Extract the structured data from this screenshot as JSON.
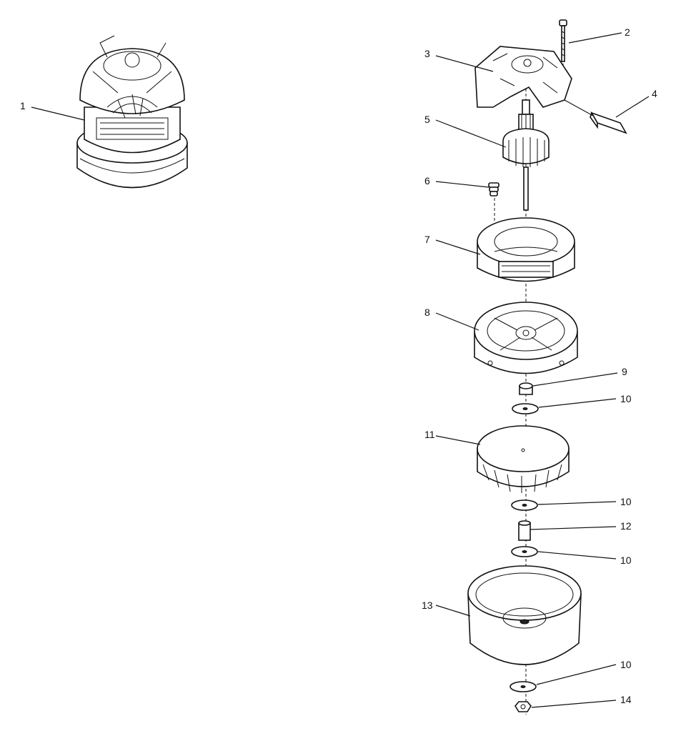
{
  "callouts": [
    {
      "id": "1",
      "text": "1"
    },
    {
      "id": "2",
      "text": "2"
    },
    {
      "id": "3",
      "text": "3"
    },
    {
      "id": "4",
      "text": "4"
    },
    {
      "id": "5",
      "text": "5"
    },
    {
      "id": "6",
      "text": "6"
    },
    {
      "id": "7",
      "text": "7"
    },
    {
      "id": "8",
      "text": "8"
    },
    {
      "id": "9",
      "text": "9"
    },
    {
      "id": "10a",
      "text": "10"
    },
    {
      "id": "11",
      "text": "11"
    },
    {
      "id": "10b",
      "text": "10"
    },
    {
      "id": "12",
      "text": "12"
    },
    {
      "id": "10c",
      "text": "10"
    },
    {
      "id": "13",
      "text": "13"
    },
    {
      "id": "10d",
      "text": "10"
    },
    {
      "id": "14",
      "text": "14"
    }
  ]
}
